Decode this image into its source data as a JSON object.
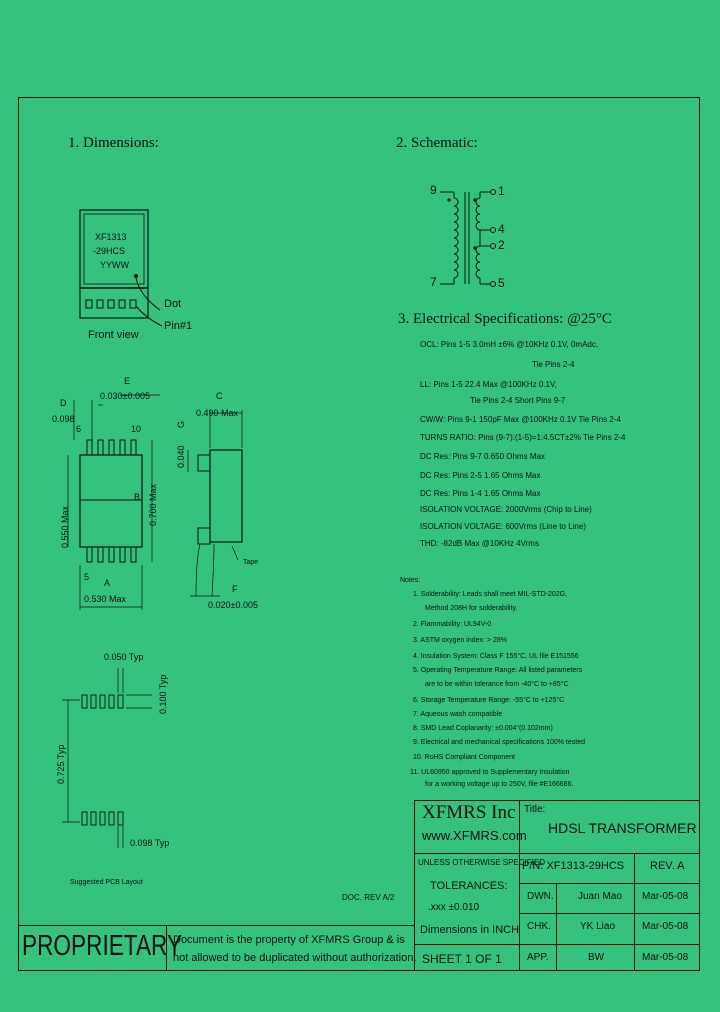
{
  "sections": {
    "dimensions": "1. Dimensions:",
    "schematic": "2. Schematic:",
    "electrical": "3. Electrical Specifications: @25°C"
  },
  "component": {
    "marking": [
      "XF1313",
      "-29HCS",
      "YYWW"
    ],
    "dot_label": "Dot",
    "pin1_label": "Pin#1",
    "front_view": "Front view"
  },
  "dims": {
    "d_label": "D",
    "d_value": "0.098",
    "e_label": "E",
    "e_value": "0.030±0.005",
    "c_label": "C",
    "c_value": "0.490 Max",
    "g_label": "G",
    "g_value": "0.040",
    "pin6": "6",
    "pin10": "10",
    "pin5": "5",
    "pinB": "B",
    "height_max": "0.550 Max",
    "b_value": "0.700 Max",
    "a_label": "A",
    "a_value": "0.530 Max",
    "tape": "Tape",
    "f_label": "F",
    "f_value": "0.020±0.005"
  },
  "pcb": {
    "pitch": "0.050 Typ",
    "pad_len": "0.100 Typ",
    "row_span": "0.725 Typ",
    "pad_w": "0.098 Typ",
    "caption": "Suggested PCB Layout"
  },
  "schematic_pins": {
    "p9": "9",
    "p7": "7",
    "p1": "1",
    "p4": "4",
    "p2": "2",
    "p5": "5"
  },
  "specs": [
    "OCL: Pins 1-5 3.0mH ±6% @10KHz 0.1V, 0mAdc,",
    "Tie Pins 2-4",
    "LL: Pins 1-5 22.4 Max @100KHz 0.1V,",
    "Tie Pins 2-4 Short Pins 9-7",
    "CW/W: Pins 9-1 150pF Max @100KHz 0.1V Tie Pins 2-4",
    "TURNS RATIO: Pins (9-7):(1-5)=1:4.5CT±2% Tie Pins 2-4",
    "DC Res: Pins 9-7 0.650 Ohms Max",
    "DC Res: Pins 2-5 1.65 Ohms Max",
    "DC Res: Pins 1-4 1.65 Ohms Max",
    "ISOLATION VOLTAGE: 2000Vrms (Chip to Line)",
    "ISOLATION VOLTAGE: 600Vrms (Line to Line)",
    "THD: -82dB Max @10KHz 4Vrms"
  ],
  "notes_title": "Notes:",
  "notes": [
    "1. Solderability: Leads shall meet MIL-STD-202G,",
    "Method 208H for solderability.",
    "2. Flammability: UL94V-0",
    "3. ASTM oxygen index: > 28%",
    "4. Insulation System: Class F 155°C, UL file E151556",
    "5. Operating Temperature Range: All listed parameters",
    "are to be within tolerance from -40°C to +85°C",
    "6. Storage Temperature Range: -55°C to +125°C",
    "7. Aqueous wash compatible",
    "8. SMD Lead Coplanarity: ±0.004\"(0.102mm)",
    "9. Electrical and mechanical specifications 100% tested",
    "10. RoHS Compliant Component",
    "11. UL60950 approved to Supplementary Insulation",
    "for a working voltage up to 250V, file #E166686."
  ],
  "title_block": {
    "company": "XFMRS Inc",
    "website": "www.XFMRS.com",
    "title_label": "Title:",
    "title": "HDSL TRANSFORMER",
    "unless": "UNLESS OTHERWISE SPECIFIED",
    "tolerances": "TOLERANCES:",
    "tol_value": ".xxx ±0.010",
    "dims_in": "Dimensions in INCH",
    "pn": "P/N: XF1313-29HCS",
    "rev": "REV. A",
    "dwn_label": "DWN.",
    "dwn_name": "Juan Mao",
    "dwn_date": "Mar-05-08",
    "chk_label": "CHK.",
    "chk_name": "YK Liao",
    "chk_date": "Mar-05-08",
    "app_label": "APP.",
    "app_name": "BW",
    "app_date": "Mar-05-08",
    "sheet": "SHEET 1 OF 1",
    "doc_rev": "DOC. REV A/2",
    "proprietary": "PROPRIETARY",
    "prop_line1": "Document is the property of XFMRS Group & is",
    "prop_line2": "not allowed to be duplicated without authorization."
  }
}
